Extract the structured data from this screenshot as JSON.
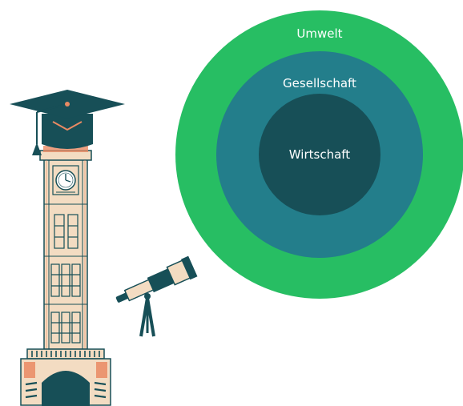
{
  "diagram": {
    "rings": [
      {
        "label": "Umwelt",
        "color": "#27BE63"
      },
      {
        "label": "Gesellschaft",
        "color": "#237E8B"
      },
      {
        "label": "Wirtschaft",
        "color": "#174F57"
      }
    ]
  },
  "illustration": {
    "icons": [
      "graduation-cap-icon",
      "clock-tower-icon",
      "telescope-icon"
    ],
    "colors": {
      "tower_base": "#F3DCC2",
      "tower_outline": "#174F57",
      "accent": "#E98A63",
      "cap": "#174F57"
    }
  }
}
